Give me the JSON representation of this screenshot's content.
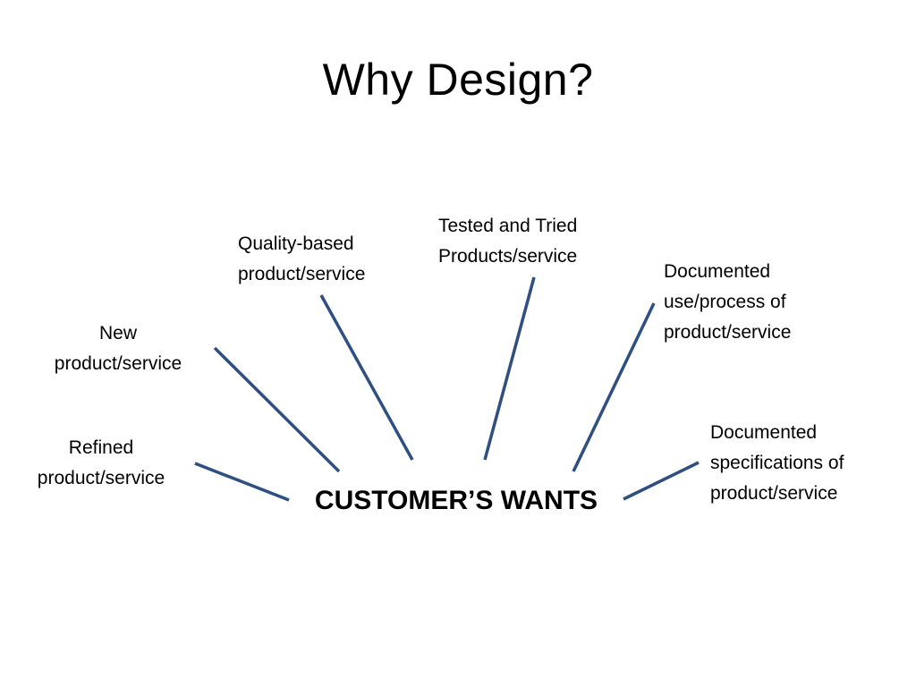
{
  "slide": {
    "title": "Why Design?",
    "center_label": "CUSTOMER’S WANTS"
  },
  "nodes": {
    "refined": [
      "Refined",
      "product/service"
    ],
    "new": [
      "New",
      "product/service"
    ],
    "quality": [
      "Quality-based",
      "product/service"
    ],
    "tested": [
      "Tested and Tried",
      "Products/service"
    ],
    "documented_use": [
      "Documented",
      "use/process of",
      "product/service"
    ],
    "documented_specs": [
      "Documented",
      "specifications of",
      "product/service"
    ]
  },
  "colors": {
    "connector": "#2e4f7f",
    "text": "#000000",
    "background": "#ffffff"
  }
}
